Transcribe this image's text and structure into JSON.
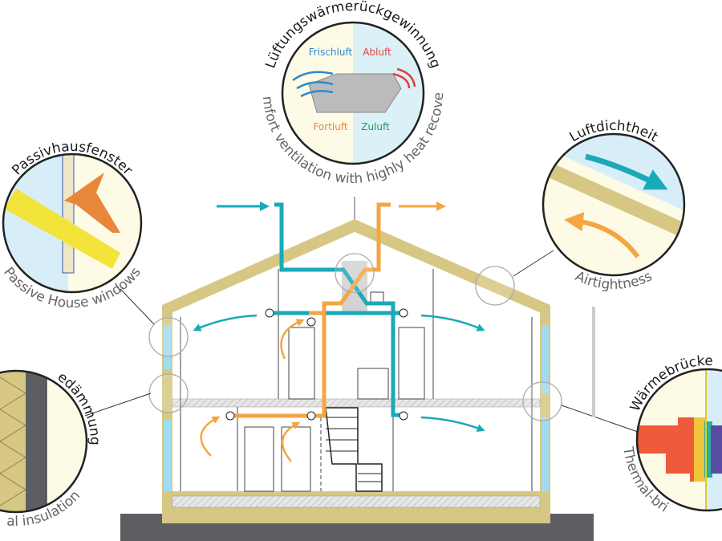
{
  "heat_recovery": {
    "title": "Lüftungswärmerückgewinnung",
    "subtitle": "Comfort ventilation with highly heat recovery",
    "fresh_air": "Frischluft",
    "extract_air": "Abluft",
    "exhaust_air": "Fortluft",
    "supply_air": "Zuluft"
  },
  "windows": {
    "title": "Passivhausfenster",
    "subtitle": "Passive House windows"
  },
  "airtightness": {
    "title": "Luftdichtheit",
    "subtitle": "Airtightness"
  },
  "insulation": {
    "title": "edämmung",
    "subtitle": "al insulation"
  },
  "thermal_bridge": {
    "title": "Wärmebrücke",
    "subtitle": "Thermal-bri"
  },
  "colors": {
    "supply": "#1aa9b8",
    "exhaust": "#f5a542",
    "structure": "#d6c784",
    "ground": "#5d5e62"
  }
}
